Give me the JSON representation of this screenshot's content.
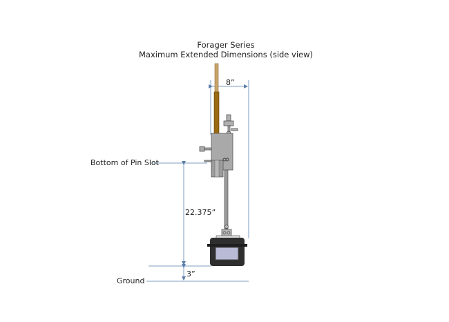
{
  "title": {
    "line1": "Forager Series",
    "line2": "Maximum Extended Dimensions (side view)"
  },
  "labels": {
    "width_dim": "8”",
    "height_dim": "22.375”",
    "ground_dim": "3”",
    "pin_slot": "Bottom of Pin Slot",
    "ground": "Ground"
  },
  "colors": {
    "dimension": "#5b7fa8",
    "rod_light": "#c9a56a",
    "rod_dark": "#9a6a14",
    "metal": "#a8a8a8",
    "battery": "#2e2e2e",
    "window": "#b9bbd6"
  }
}
